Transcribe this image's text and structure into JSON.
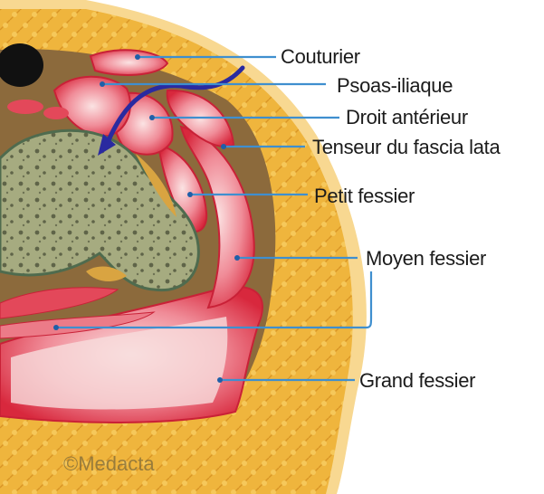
{
  "figure": {
    "labels": {
      "couturier": "Couturier",
      "psoas": "Psoas-iliaque",
      "droit": "Droit antérieur",
      "tenseur": "Tenseur du fascia lata",
      "petit": "Petit fessier",
      "moyen": "Moyen fessier",
      "grand": "Grand fessier"
    },
    "watermark": "©Medacta"
  },
  "colors": {
    "fat": "#f0b43a",
    "fat_dark": "#d88f1e",
    "skin": "#f7d38a",
    "muscle": "#e3485a",
    "muscle_light": "#f6c0c4",
    "bone": "#a8ad83",
    "bone_dark": "#5e6347",
    "leader": "#3f8fcf",
    "approach_arrow": "#2a2a9a"
  }
}
